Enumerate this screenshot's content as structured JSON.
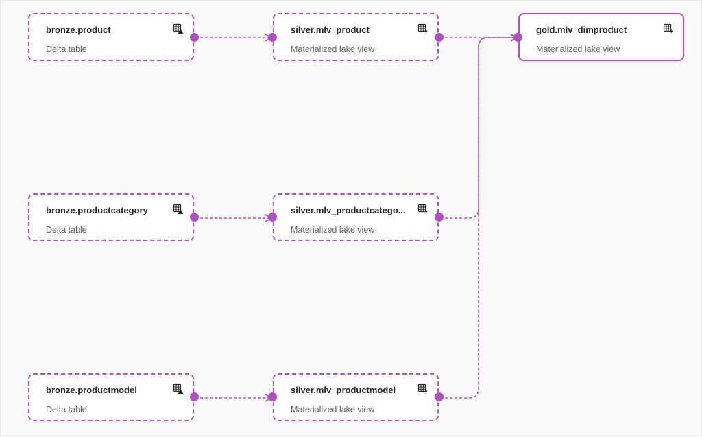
{
  "colors": {
    "accent": "#b04fc4",
    "canvas": "#f8f8f8",
    "node_bg": "#ffffff",
    "title_text": "#242424",
    "subtitle_text": "#616161"
  },
  "nodes": [
    {
      "id": "bronze-product",
      "title": "bronze.product",
      "subtitle": "Delta table",
      "icon": "delta-table-icon"
    },
    {
      "id": "silver-mlv-product",
      "title": "silver.mlv_product",
      "subtitle": "Materialized lake view",
      "icon": "materialized-view-icon"
    },
    {
      "id": "gold-mlv-dimproduct",
      "title": "gold.mlv_dimproduct",
      "subtitle": "Materialized lake view",
      "icon": "materialized-view-icon",
      "selected": true
    },
    {
      "id": "bronze-productcategory",
      "title": "bronze.productcategory",
      "subtitle": "Delta table",
      "icon": "delta-table-icon"
    },
    {
      "id": "silver-mlv-productcategory",
      "title": "silver.mlv_productcatego...",
      "subtitle": "Materialized lake view",
      "icon": "materialized-view-icon"
    },
    {
      "id": "bronze-productmodel",
      "title": "bronze.productmodel",
      "subtitle": "Delta table",
      "icon": "delta-table-icon"
    },
    {
      "id": "silver-mlv-productmodel",
      "title": "silver.mlv_productmodel",
      "subtitle": "Materialized lake view",
      "icon": "materialized-view-icon"
    }
  ],
  "edges": [
    {
      "from": "bronze-product",
      "to": "silver-mlv-product"
    },
    {
      "from": "bronze-productcategory",
      "to": "silver-mlv-productcategory"
    },
    {
      "from": "bronze-productmodel",
      "to": "silver-mlv-productmodel"
    },
    {
      "from": "silver-mlv-product",
      "to": "gold-mlv-dimproduct"
    },
    {
      "from": "silver-mlv-productcategory",
      "to": "gold-mlv-dimproduct"
    },
    {
      "from": "silver-mlv-productmodel",
      "to": "gold-mlv-dimproduct"
    }
  ]
}
